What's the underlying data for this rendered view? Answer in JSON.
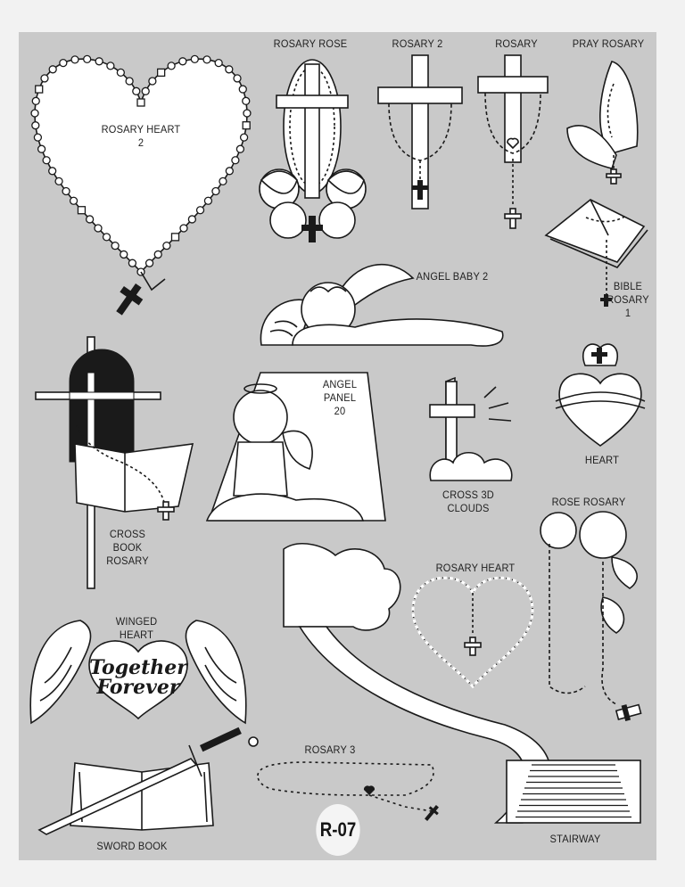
{
  "sheet": {
    "code": "R-07",
    "page_background": "#f2f2f2",
    "panel_background": "#c9c9c9",
    "line_color": "#1a1a1a"
  },
  "designs": [
    {
      "id": "rosary-heart-2",
      "label_lines": [
        "ROSARY HEART",
        "2"
      ]
    },
    {
      "id": "rosary-rose",
      "label_lines": [
        "ROSARY ROSE"
      ]
    },
    {
      "id": "rosary-2",
      "label_lines": [
        "ROSARY 2"
      ]
    },
    {
      "id": "rosary",
      "label_lines": [
        "ROSARY"
      ]
    },
    {
      "id": "pray-rosary",
      "label_lines": [
        "PRAY ROSARY"
      ]
    },
    {
      "id": "angel-baby-2",
      "label_lines": [
        "ANGEL BABY 2"
      ]
    },
    {
      "id": "bible-rosary-1",
      "label_lines": [
        "BIBLE",
        "ROSARY",
        "1"
      ]
    },
    {
      "id": "cross-book-rosary",
      "label_lines": [
        "CROSS",
        "BOOK",
        "ROSARY"
      ]
    },
    {
      "id": "angel-panel-20",
      "label_lines": [
        "ANGEL",
        "PANEL",
        "20"
      ]
    },
    {
      "id": "cross-3d-clouds",
      "label_lines": [
        "CROSS 3D",
        "CLOUDS"
      ]
    },
    {
      "id": "heart",
      "label_lines": [
        "HEART"
      ]
    },
    {
      "id": "rose-rosary",
      "label_lines": [
        "ROSE ROSARY"
      ]
    },
    {
      "id": "rosary-heart",
      "label_lines": [
        "ROSARY HEART"
      ]
    },
    {
      "id": "winged-heart",
      "label_lines": [
        "WINGED",
        "HEART"
      ],
      "inscription_lines": [
        "Together",
        "Forever"
      ]
    },
    {
      "id": "rosary-3",
      "label_lines": [
        "ROSARY 3"
      ]
    },
    {
      "id": "sword-book",
      "label_lines": [
        "SWORD BOOK"
      ]
    },
    {
      "id": "stairway",
      "label_lines": [
        "STAIRWAY"
      ]
    }
  ]
}
